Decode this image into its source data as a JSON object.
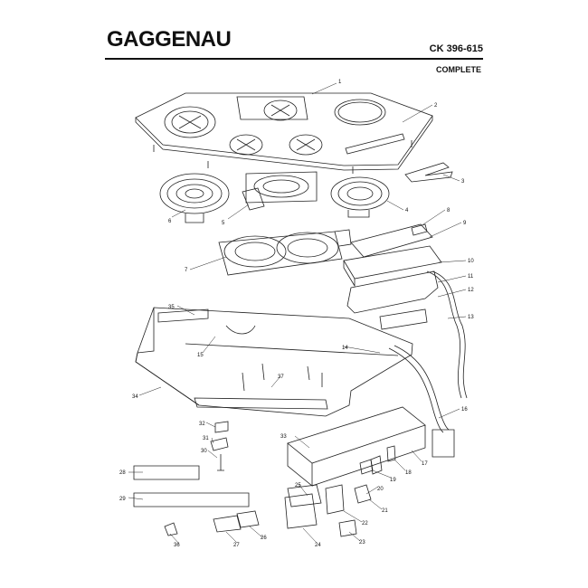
{
  "header": {
    "brand": "GAGGENAU",
    "model": "CK 396-615",
    "subtitle": "COMPLETE"
  },
  "callouts": [
    "1",
    "2",
    "3",
    "4",
    "5",
    "6",
    "7",
    "8",
    "9",
    "10",
    "11",
    "12",
    "13",
    "14",
    "15",
    "16",
    "17",
    "18",
    "19",
    "20",
    "21",
    "22",
    "23",
    "24",
    "25",
    "26",
    "27",
    "28",
    "29",
    "30",
    "31",
    "32",
    "33",
    "34",
    "35",
    "36",
    "37"
  ]
}
